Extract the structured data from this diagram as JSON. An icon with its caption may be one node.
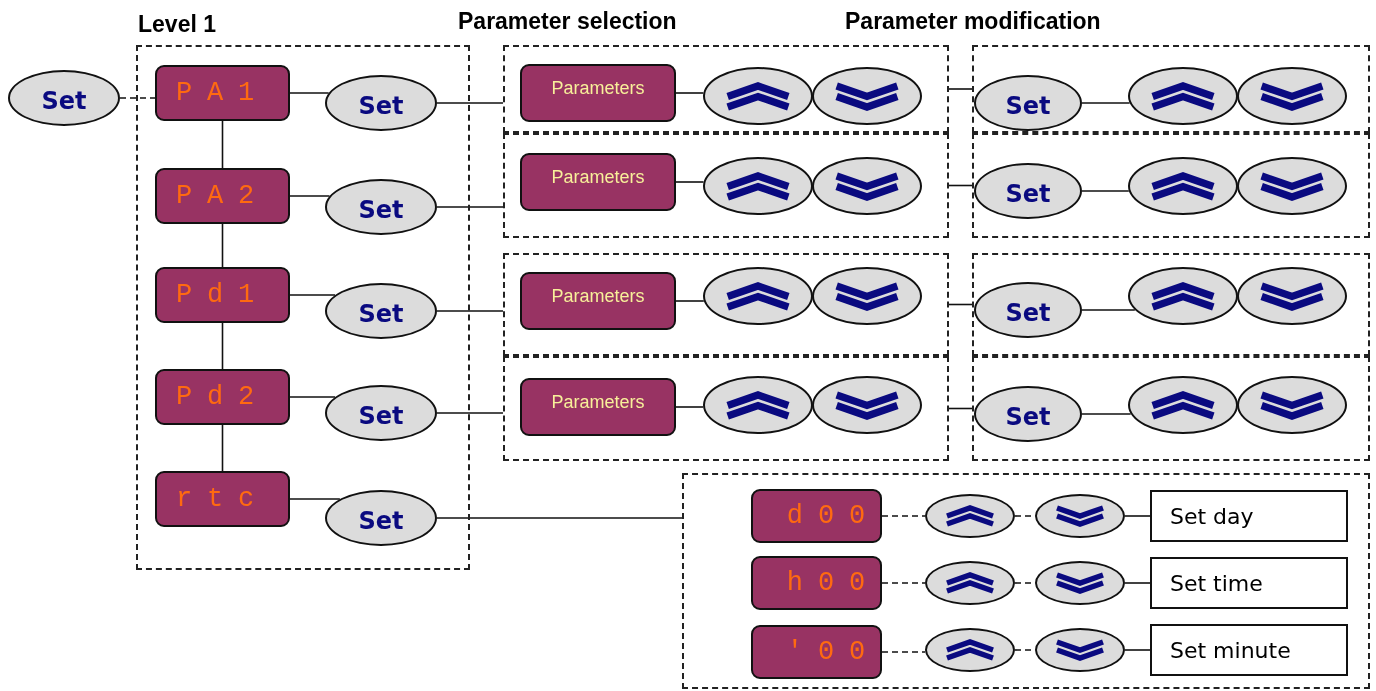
{
  "diagram": {
    "nodes": [
      {
        "text": [
          "Set"
        ]
      },
      {
        "text": [
          "Level 1"
        ]
      },
      {
        "text": [
          "PA1"
        ],
        "in": 1
      },
      {
        "text": [
          "Set"
        ],
        "in": 1
      },
      {
        "text": [
          "PA2"
        ],
        "in": 1
      },
      {
        "text": [
          "Set"
        ],
        "in": 1
      },
      {
        "text": [
          "Pd1"
        ],
        "in": 1
      },
      {
        "text": [
          "Set"
        ],
        "in": 1
      },
      {
        "text": [
          "Pd2"
        ],
        "in": 1
      },
      {
        "text": [
          "Set"
        ],
        "in": 1
      },
      {
        "text": [
          "rtc"
        ],
        "in": 1
      },
      {
        "text": [
          "Set"
        ],
        "in": 1
      },
      {
        "text": [],
        "shape": "box"
      },
      {
        "text": [
          "Parameters"
        ],
        "in": 12
      },
      {
        "text": [],
        "shape": "ellipse",
        "in": 12
      },
      {
        "text": [],
        "shape": "ellipse",
        "in": 12
      },
      {
        "text": [],
        "shape": "box"
      },
      {
        "text": [
          "Set"
        ],
        "in": 16
      },
      {
        "text": [],
        "shape": "ellipse",
        "in": 16
      },
      {
        "text": [],
        "shape": "ellipse",
        "in": 16
      },
      {
        "text": [],
        "shape": "box"
      },
      {
        "text": [
          "Parameters"
        ],
        "in": 20
      },
      {
        "text": [],
        "shape": "ellipse",
        "in": 20
      },
      {
        "text": [],
        "shape": "ellipse",
        "in": 20
      },
      {
        "text": [],
        "shape": "box"
      },
      {
        "text": [
          "Set"
        ],
        "in": 24
      },
      {
        "text": [],
        "shape": "ellipse",
        "in": 24
      },
      {
        "text": [],
        "shape": "ellipse",
        "in": 24
      },
      {
        "text": [],
        "shape": "box"
      },
      {
        "text": [
          "Parameters"
        ],
        "in": 28
      },
      {
        "text": [],
        "shape": "ellipse",
        "in": 28
      },
      {
        "text": [],
        "shape": "ellipse",
        "in": 28
      },
      {
        "text": [],
        "shape": "box"
      },
      {
        "text": [
          "Set"
        ],
        "in": 32
      },
      {
        "text": [],
        "shape": "ellipse",
        "in": 32
      },
      {
        "text": [],
        "shape": "ellipse",
        "in": 32
      },
      {
        "text": [],
        "shape": "box"
      },
      {
        "text": [
          "Parameters"
        ],
        "in": 36
      },
      {
        "text": [],
        "shape": "ellipse",
        "in": 36
      },
      {
        "text": [],
        "shape": "ellipse",
        "in": 36
      },
      {
        "text": [],
        "shape": "box"
      },
      {
        "text": [
          "Set"
        ],
        "in": 40
      },
      {
        "text": [],
        "shape": "ellipse",
        "in": 40
      },
      {
        "text": [],
        "shape": "ellipse",
        "in": 40
      },
      {
        "text": [],
        "shape": "box"
      },
      {
        "text": [
          "d00"
        ],
        "in": 44
      },
      {
        "text": [],
        "shape": "ellipse",
        "in": 44
      },
      {
        "text": [],
        "shape": "ellipse",
        "in": 44
      },
      {
        "text": [
          "Set day"
        ],
        "in": 44
      },
      {
        "text": [
          "h00"
        ],
        "in": 44
      },
      {
        "text": [],
        "shape": "ellipse",
        "in": 44
      },
      {
        "text": [],
        "shape": "ellipse",
        "in": 44
      },
      {
        "text": [
          "Set time"
        ],
        "in": 44
      },
      {
        "text": [
          "'00"
        ],
        "in": 44
      },
      {
        "text": [],
        "shape": "ellipse",
        "in": 44
      },
      {
        "text": [],
        "shape": "ellipse",
        "in": 44
      },
      {
        "text": [
          "Set minute"
        ],
        "in": 44
      }
    ],
    "edges": [
      {
        "from": 0,
        "to": 2,
        "arrow": "none",
        "style": "dashed"
      },
      {
        "from": 2,
        "to": 3,
        "arrow": "none"
      },
      {
        "from": 2,
        "to": 4,
        "arrow": "none"
      },
      {
        "from": 4,
        "to": 5,
        "arrow": "none"
      },
      {
        "from": 4,
        "to": 6,
        "arrow": "none"
      },
      {
        "from": 6,
        "to": 7,
        "arrow": "none"
      },
      {
        "from": 6,
        "to": 8,
        "arrow": "none"
      },
      {
        "from": 8,
        "to": 9,
        "arrow": "none"
      },
      {
        "from": 8,
        "to": 10,
        "arrow": "none"
      },
      {
        "from": 10,
        "to": 11,
        "arrow": "none"
      },
      {
        "from": 3,
        "to": 12,
        "arrow": "none"
      },
      {
        "from": 13,
        "to": 14,
        "arrow": "none"
      },
      {
        "from": 12,
        "to": 16,
        "arrow": "none"
      },
      {
        "from": 17,
        "to": 18,
        "arrow": "none"
      },
      {
        "from": 5,
        "to": 20,
        "arrow": "none"
      },
      {
        "from": 21,
        "to": 22,
        "arrow": "none"
      },
      {
        "from": 20,
        "to": 24,
        "arrow": "none"
      },
      {
        "from": 25,
        "to": 26,
        "arrow": "none"
      },
      {
        "from": 7,
        "to": 28,
        "arrow": "none"
      },
      {
        "from": 29,
        "to": 30,
        "arrow": "none"
      },
      {
        "from": 28,
        "to": 32,
        "arrow": "none"
      },
      {
        "from": 33,
        "to": 34,
        "arrow": "none"
      },
      {
        "from": 9,
        "to": 36,
        "arrow": "none"
      },
      {
        "from": 37,
        "to": 38,
        "arrow": "none"
      },
      {
        "from": 36,
        "to": 40,
        "arrow": "none"
      },
      {
        "from": 41,
        "to": 42,
        "arrow": "none"
      },
      {
        "from": 11,
        "to": 44,
        "arrow": "none"
      },
      {
        "from": 45,
        "to": 46,
        "arrow": "none",
        "style": "dashed"
      },
      {
        "from": 46,
        "to": 47,
        "arrow": "none",
        "style": "dashed"
      },
      {
        "from": 47,
        "to": 48,
        "arrow": "none"
      },
      {
        "from": 49,
        "to": 50,
        "arrow": "none",
        "style": "dashed"
      },
      {
        "from": 50,
        "to": 51,
        "arrow": "none",
        "style": "dashed"
      },
      {
        "from": 51,
        "to": 52,
        "arrow": "none"
      },
      {
        "from": 53,
        "to": 54,
        "arrow": "none",
        "style": "dashed"
      },
      {
        "from": 54,
        "to": 55,
        "arrow": "none",
        "style": "dashed"
      },
      {
        "from": 55,
        "to": 56,
        "arrow": "none"
      }
    ],
    "labels": [
      "Parameter selection",
      "Parameter modification"
    ]
  }
}
